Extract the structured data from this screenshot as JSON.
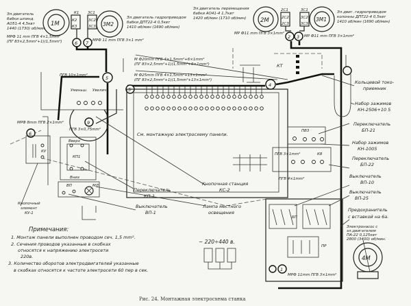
{
  "motors": {
    "m1": {
      "label": "1M",
      "desc": [
        "Эл.двигатель",
        "бабки шпинд.",
        "АО51-4 4,5квт",
        "1440 (1730) об/мин"
      ]
    },
    "m3_2": {
      "label": "3M2",
      "desc": [
        "Эл.двигатель гидроприводом",
        "бабки ДПТ22-4 0,5квт",
        "1410 об/мин (1690 об/мин)"
      ]
    },
    "m2": {
      "label": "2M",
      "desc": [
        "Эл.двигатель перемещения",
        "бабки АО41-4 1,7квт",
        "1420 об/мин (1710 об/мин)"
      ]
    },
    "m3_1": {
      "label": "3M1",
      "desc": [
        "Эл.двиг. гидроприводом",
        "колонны ДПТ22-4 0,5квт",
        "1410 об/мин (1690 об/мин)"
      ]
    },
    "m4": {
      "label": "4M"
    }
  },
  "contactor_labels": {
    "k1": "К1",
    "k2": "К2",
    "k3": "К3",
    "sc1": "3С1",
    "sc2": "3С2",
    "sc3": "3С3",
    "c21": "2С1",
    "c22": "2С2",
    "c23": "2С3",
    "kt": "КТ"
  },
  "nodes": {
    "n1": "1",
    "n2": "2",
    "n3": "3",
    "n4": "4",
    "n5": "5",
    "n6": "6",
    "n7": "7",
    "n9": "9"
  },
  "cables": {
    "c1": [
      "МРФ 11 mm ПГВ 4×1,5mm²",
      "(ПГ 83×2,5mm²+1)(1,5mm²)"
    ],
    "c2": "МРФ 11 mm ПГВ 3×1 mm²",
    "c3": "МР Ф11 mm ПГВ 3×1mm²",
    "c4": "МР Ф11 mm ПГВ 3×1mm²",
    "c5": [
      "М Ф20mm ПГВ 4×1,5mm²+6×1mm²",
      "(ПГ 83×2,5mm²+1)(1,5mm²+6×1mm²)"
    ],
    "c6": [
      "М Ф25mm ПГВ 4×1,5mm²+13×1mm²",
      "(ПГ 83×2,5mm²+1)(1,5mm²+13×1mm²)"
    ],
    "c7": "ПГВ 10×1mm²",
    "c8": "МРФ 8mm ПГВ 2×1mm²",
    "c9": "ПГВ 3×0,75mm²",
    "c10": "ПГВ 4×1mm²",
    "c11": "ПГВ 3×1mm²",
    "c12": "МРФ 11mm ПГВ 3×1mm²"
  },
  "panel_note": "См. монтажную электросхему панели.",
  "small_labels": {
    "vverkh": "Вверх",
    "vniz": "Вниз",
    "up": "Уменьш.",
    "down": "Увелич.",
    "kp1": "КП1",
    "ku": "КУ",
    "bp10": "ВП",
    "vp": "ВП",
    "lamp": "МЛ",
    "pv3": "ПВ3",
    "k8": "К8",
    "sp": "БП",
    "pr": "ПР"
  },
  "callouts": {
    "ring": [
      "Кольцевой токо-",
      "приемник"
    ],
    "kn2506": [
      "Набор зажимов",
      "КН-2506+10 5"
    ],
    "bp21": [
      "Переключатель",
      "БП-21"
    ],
    "kn1005": [
      "Набор зажимов",
      "КН-1005"
    ],
    "bp22": [
      "Переключатель",
      "БП-22"
    ],
    "vp10": [
      "Выключатель",
      "ВП-10"
    ],
    "vp25": [
      "Выключатель",
      "ВП-25"
    ],
    "fuse": [
      "Предохранитель",
      "с вставкой на 6а."
    ],
    "pump": [
      "Электронасос с",
      "эл.двигателем",
      "ПА-22 0,125квт",
      "2800 (3400) об/мин."
    ],
    "ks2": [
      "Кнопочная станция",
      "КС-2"
    ],
    "kp1": [
      "Переключатель",
      "КП-1"
    ],
    "vp1": [
      "Выключатель",
      "ВП-1"
    ],
    "lamp": [
      "Лампа местного",
      "освещения"
    ],
    "ku1": [
      "Кнопочный",
      "элемент",
      "КУ-1"
    ]
  },
  "voltage": "~ 220÷440 в.",
  "notes": {
    "title": "Примечания:",
    "lines": [
      "1. Монтаж панели выполнен проводом сеч. 1,5 mm².",
      "2. Сечения проводов указанные в скобках",
      "относятся к напряжению электросети",
      "220в.",
      "3. Количество оборотов электродвигателей указанные",
      "в скобках относятся к частоте электросети 60 пер в сек."
    ]
  },
  "caption": "Рис. 24. Монтажная электросхема станка"
}
